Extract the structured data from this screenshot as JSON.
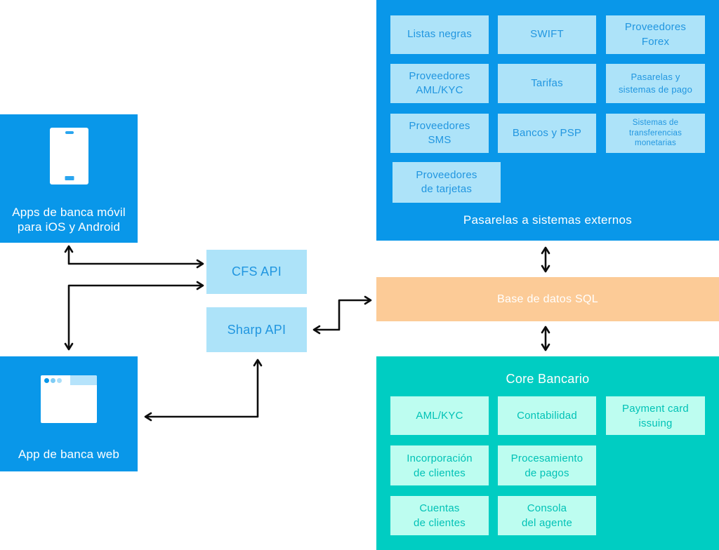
{
  "mobile_app": {
    "icon": "smartphone-icon",
    "label": "Apps de banca móvil\npara iOS y Android"
  },
  "web_app": {
    "icon": "browser-window-icon",
    "label": "App de banca web"
  },
  "apis": {
    "cfs": {
      "label": "CFS API"
    },
    "sharp": {
      "label": "Sharp API"
    }
  },
  "database": {
    "label": "Base de datos SQL"
  },
  "gateways": {
    "title": "Pasarelas a sistemas externos",
    "boxes": [
      "Listas negras",
      "SWIFT",
      "Proveedores\nForex",
      "Proveedores\nAML/KYC",
      "Tarifas",
      "Pasarelas y\nsistemas de pago",
      "Proveedores\nSMS",
      "Bancos y PSP",
      "Sistemas de\ntransferencias\nmonetarias",
      "Proveedores\nde tarjetas"
    ]
  },
  "core": {
    "title": "Core Bancario",
    "boxes": [
      "AML/KYC",
      "Contabilidad",
      "Payment card\nissuing",
      "Incorporación\nde clientes",
      "Procesamiento\nde pagos",
      "Cuentas\nde clientes",
      "Consola\ndel agente"
    ]
  },
  "connections": [
    {
      "from": "mobile-banking-apps",
      "to": "cfs-api",
      "bidirectional": true
    },
    {
      "from": "web-banking-app",
      "to": "cfs-api",
      "bidirectional": true
    },
    {
      "from": "web-banking-app",
      "to": "sharp-api",
      "bidirectional": true
    },
    {
      "from": "sharp-api",
      "to": "sql-database",
      "bidirectional": true
    },
    {
      "from": "external-gateways",
      "to": "sql-database",
      "bidirectional": true
    },
    {
      "from": "sql-database",
      "to": "core-banking",
      "bidirectional": true
    }
  ],
  "colors": {
    "panel_blue": "#0997e9",
    "box_light_blue": "#ade3f9",
    "blue_text": "#2196e0",
    "db_orange": "#fccb97",
    "panel_teal": "#00cdc2",
    "box_light_teal": "#bdfdf0",
    "teal_text": "#00c2b6",
    "label_white": "#ffffff",
    "arrow_black": "#0d0d0d"
  }
}
